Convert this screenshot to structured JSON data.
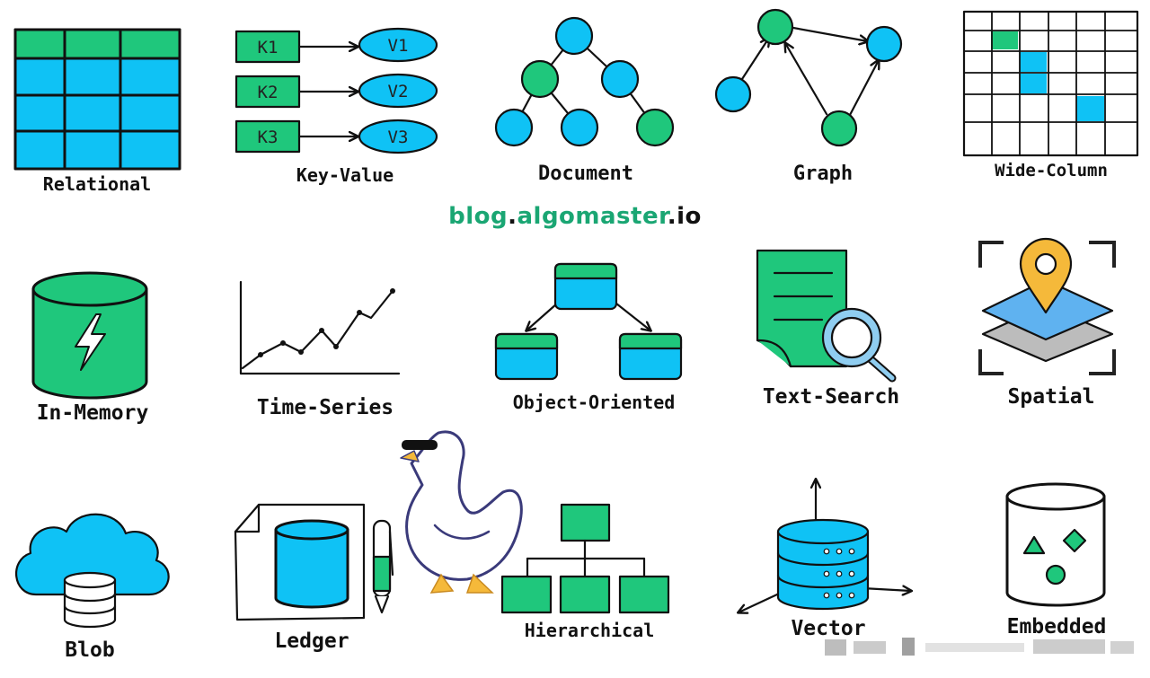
{
  "colors": {
    "green": "#1fc77c",
    "blue": "#0fc2f5",
    "grey": "#cfcfcf",
    "yellow": "#f5b93a"
  },
  "brand": {
    "part1": "blog",
    "dot1": ".",
    "part2": "algomaster",
    "dot2": ".",
    "part3": "io"
  },
  "labels": {
    "relational": "Relational",
    "key_value": "Key-Value",
    "document": "Document",
    "graph": "Graph",
    "wide_column": "Wide-Column",
    "in_memory": "In-Memory",
    "time_series": "Time-Series",
    "object_oriented": "Object-Oriented",
    "text_search": "Text-Search",
    "spatial": "Spatial",
    "blob": "Blob",
    "ledger": "Ledger",
    "hierarchical": "Hierarchical",
    "vector": "Vector",
    "embedded": "Embedded"
  },
  "key_value_pairs": [
    {
      "key": "K1",
      "value": "V1"
    },
    {
      "key": "K2",
      "value": "V2"
    },
    {
      "key": "K3",
      "value": "V3"
    }
  ]
}
